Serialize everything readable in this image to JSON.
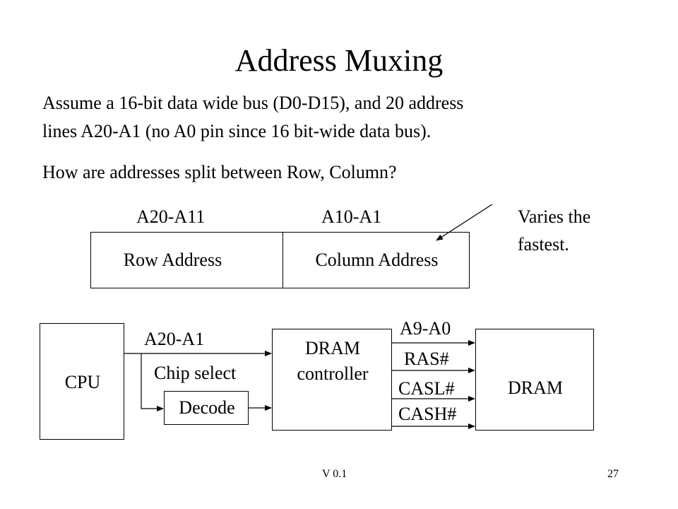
{
  "slide": {
    "title": "Address Muxing",
    "paragraph1_line1": "Assume  a 16-bit data wide bus (D0-D15), and 20 address",
    "paragraph1_line2": "lines A20-A1  (no A0 pin since 16 bit-wide data bus).",
    "paragraph2": "How are addresses split between Row, Column?"
  },
  "address_split": {
    "row_range": "A20-A11",
    "column_range": "A10-A1",
    "row_label": "Row Address",
    "column_label": "Column Address",
    "note_line1": "Varies the",
    "note_line2": "fastest."
  },
  "block_diagram": {
    "cpu": "CPU",
    "bus_label": "A20-A1",
    "chip_select_label": "Chip select",
    "decode": "Decode",
    "controller_line1": "DRAM",
    "controller_line2": "controller",
    "dram": "DRAM",
    "signals": [
      "A9-A0",
      "RAS#",
      "CASL#",
      "CASH#"
    ]
  },
  "footer": {
    "version": "V 0.1",
    "page_number": "27"
  }
}
